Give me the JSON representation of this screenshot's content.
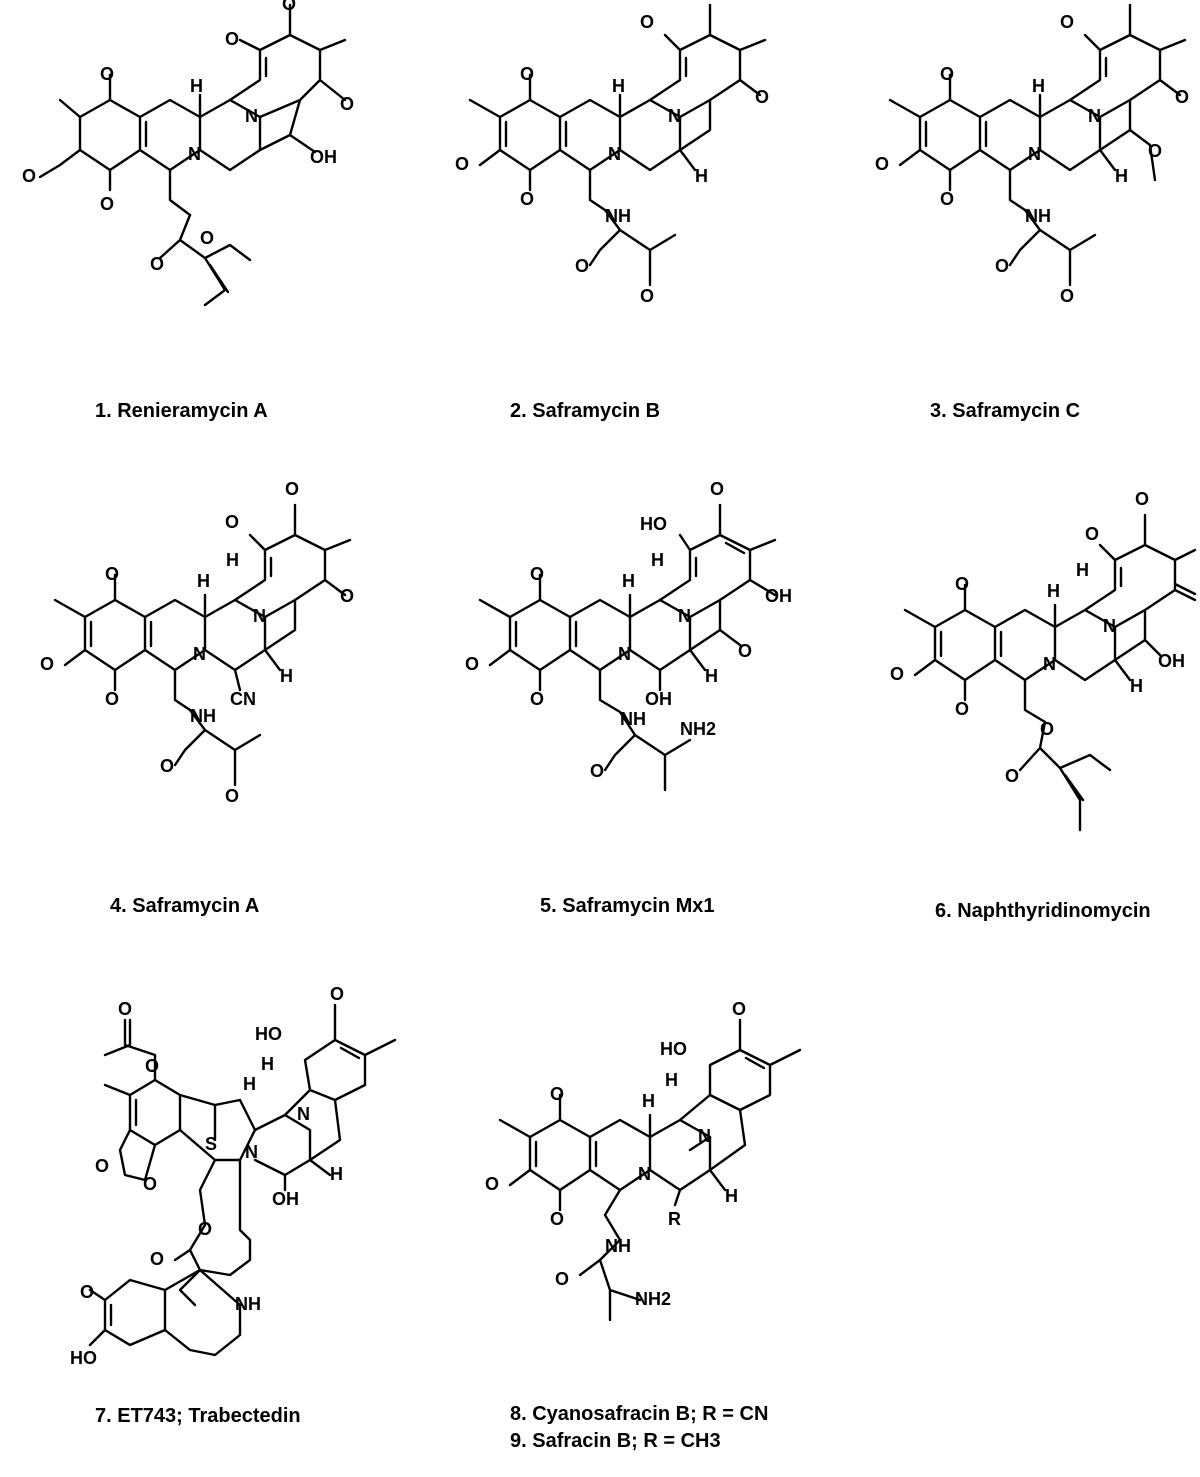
{
  "molecules": [
    {
      "caption": "1. Renieramycin A",
      "atoms": {
        "o_top1": "O",
        "o_top2": "O",
        "o_left_top": "O",
        "o_left_bot": "O",
        "o_methoxy": "O",
        "o_right": "O",
        "h": "H",
        "n_bridge": "N",
        "n_ring": "N",
        "oh": "OH",
        "o_ester": "O",
        "o_carbonyl": "O"
      }
    },
    {
      "caption": "2. Saframycin B",
      "atoms": {
        "o_top": "O",
        "o_right": "O",
        "o_left_top": "O",
        "o_left_bot": "O",
        "o_methoxy": "O",
        "h_top": "H",
        "n_bridge": "N",
        "n_ring": "N",
        "h_bottom": "H",
        "nh": "NH",
        "o_amide": "O",
        "o_keto": "O"
      }
    },
    {
      "caption": "3. Saframycin C",
      "atoms": {
        "o_top": "O",
        "o_right": "O",
        "o_left_top": "O",
        "o_left_bot": "O",
        "o_methoxy": "O",
        "h_top": "H",
        "n_bridge": "N",
        "n_ring": "N",
        "h_bottom": "H",
        "o_methoxy2": "O",
        "nh": "NH",
        "o_amide": "O",
        "o_keto": "O"
      }
    },
    {
      "caption": "4. Saframycin A",
      "atoms": {
        "o_methoxy_top": "O",
        "o_top": "O",
        "o_right": "O",
        "o_left_top": "O",
        "o_left_bot": "O",
        "o_methoxy": "O",
        "h_top1": "H",
        "h_top2": "H",
        "n_bridge": "N",
        "n_ring": "N",
        "h_bottom": "H",
        "cn": "CN",
        "nh": "NH",
        "o_amide": "O",
        "o_keto": "O"
      }
    },
    {
      "caption": "5. Saframycin Mx1",
      "atoms": {
        "o_methoxy_top": "O",
        "ho": "HO",
        "oh_right": "OH",
        "o_left_top": "O",
        "o_left_bot": "O",
        "o_methoxy": "O",
        "h_top1": "H",
        "h_top2": "H",
        "n_bridge": "N",
        "n_ring": "N",
        "h_bottom": "H",
        "o_methoxy2": "O",
        "oh_bottom": "OH",
        "nh": "NH",
        "nh2": "NH2",
        "o_amide": "O"
      }
    },
    {
      "caption": "6. Naphthyridinomycin",
      "atoms": {
        "o_methoxy_top": "O",
        "o_top": "O",
        "o_left_top": "O",
        "o_left_bot": "O",
        "o_methoxy": "O",
        "h_top1": "H",
        "h_top2": "H",
        "n_bridge": "N",
        "n_ring": "N",
        "h_bottom": "H",
        "oh": "OH",
        "o_ester": "O",
        "o_carbonyl": "O"
      }
    },
    {
      "caption": "7. ET743; Trabectedin",
      "atoms": {
        "o_acetyl": "O",
        "o_acetyl_ring": "O",
        "o_methoxy_top": "O",
        "ho_top": "HO",
        "h_top1": "H",
        "h_top2": "H",
        "n_bridge": "N",
        "s": "S",
        "n_ring": "N",
        "h_bottom": "H",
        "oh": "OH",
        "o_diox1": "O",
        "o_diox2": "O",
        "o_ester": "O",
        "o_carbonyl": "O",
        "o_methoxy_bot": "O",
        "nh": "NH",
        "ho_bot": "HO"
      }
    },
    {
      "caption_line1": "8. Cyanosafracin B; R = CN",
      "caption_line2": "9. Safracin B; R = CH3",
      "atoms": {
        "o_methoxy_top": "O",
        "ho": "HO",
        "o_left_top": "O",
        "o_left_bot": "O",
        "o_methoxy": "O",
        "h_top1": "H",
        "h_top2": "H",
        "n_bridge": "N",
        "n_ring": "N",
        "h_bottom": "H",
        "r": "R",
        "nh": "NH",
        "nh2": "NH2",
        "o_amide": "O"
      }
    }
  ]
}
